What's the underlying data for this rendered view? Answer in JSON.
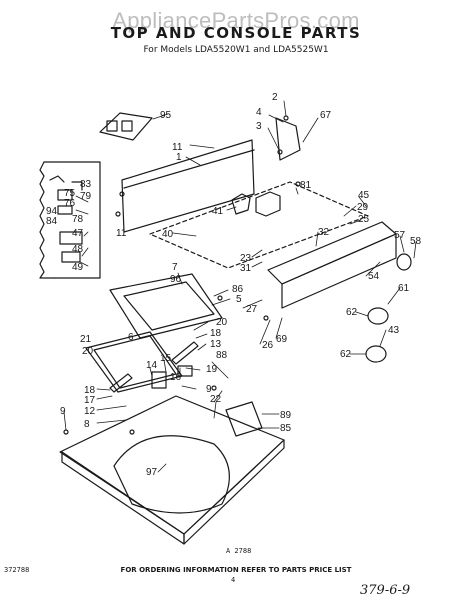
{
  "watermark": "AppliancePartsPros.com",
  "title": "TOP AND CONSOLE PARTS",
  "subtitle": "For Models LDA5520W1 and LDA5525W1",
  "figure_code": "A 2788",
  "corner_code": "372788",
  "footer": "FOR ORDERING INFORMATION REFER TO PARTS PRICE LIST",
  "page_number": "4",
  "handwritten_note": "379-6-9",
  "part_labels": [
    "2",
    "95",
    "4",
    "67",
    "3",
    "11",
    "1",
    "81",
    "45",
    "29",
    "41",
    "25",
    "40",
    "23",
    "31",
    "32",
    "57",
    "58",
    "83",
    "79",
    "75",
    "76",
    "94",
    "84",
    "78",
    "47",
    "48",
    "49",
    "11",
    "7",
    "96",
    "86",
    "5",
    "27",
    "54",
    "61",
    "62",
    "43",
    "62",
    "21",
    "20",
    "6",
    "20",
    "18",
    "13",
    "26",
    "69",
    "88",
    "14",
    "15",
    "16",
    "19",
    "18",
    "17",
    "12",
    "8",
    "9",
    "9",
    "22",
    "89",
    "85",
    "97"
  ]
}
